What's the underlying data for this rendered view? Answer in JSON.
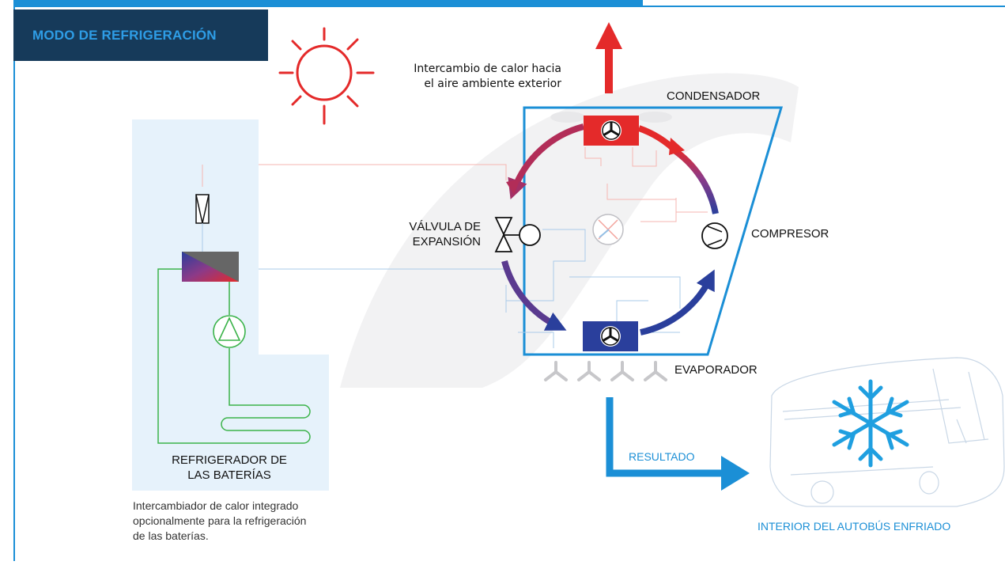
{
  "header": {
    "mode_title": "MODO DE REFRIGERACIÓN"
  },
  "labels": {
    "heat_exchange_line1": "Intercambio de calor hacia",
    "heat_exchange_line2": "el aire ambiente exterior",
    "condenser": "CONDENSADOR",
    "compressor": "COMPRESOR",
    "expansion_line1": "VÁLVULA DE",
    "expansion_line2": "EXPANSIÓN",
    "evaporator": "EVAPORADOR",
    "battery_cooler_line1": "REFRIGERADOR DE",
    "battery_cooler_line2": "LAS BATERÍAS",
    "battery_note_line1": "Intercambiador de calor integrado",
    "battery_note_line2": "opcionalmente para la refrigeración",
    "battery_note_line3": "de las baterías.",
    "result": "RESULTADO",
    "bus_interior": "INTERIOR DEL AUTOBÚS ENFRIADO"
  },
  "icons": [
    "sun-icon",
    "fan-icon",
    "snowflake-icon",
    "bus-icon",
    "pump-icon",
    "expansion-valve-icon",
    "compressor-icon",
    "four-way-valve-icon",
    "heat-exchanger-icon",
    "filter-icon"
  ],
  "colors": {
    "header_bar": "#1b8fd6",
    "badge_bg": "#163a5a",
    "badge_text": "#2e9de6",
    "hot": "#e42a2a",
    "cold": "#243f99",
    "unit_outline": "#1b8fd6",
    "battery_panel": "#e6f2fb",
    "coolant_line": "#3bb34a",
    "result_arrow": "#1b8fd6"
  }
}
